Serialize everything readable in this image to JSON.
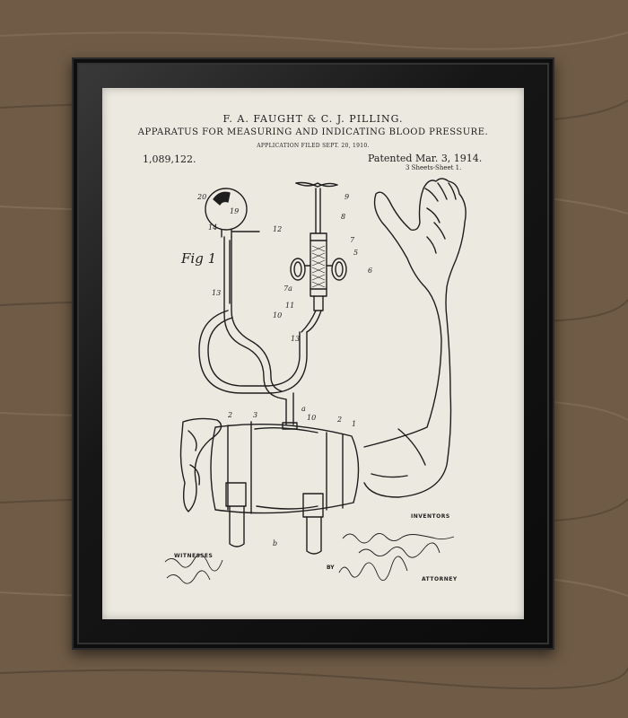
{
  "patent": {
    "inventors_line": "F. A. FAUGHT & C. J. PILLING.",
    "title": "APPARATUS FOR MEASURING AND INDICATING BLOOD PRESSURE.",
    "application": "APPLICATION FILED SEPT. 20, 1910.",
    "number": "1,089,122.",
    "patented": "Patented Mar. 3, 1914.",
    "sheets": "3 Sheets-Sheet 1."
  },
  "figure": {
    "label": "Fig 1",
    "part_labels": [
      "20",
      "19",
      "14",
      "12",
      "13",
      "10",
      "9",
      "8",
      "7",
      "5",
      "6",
      "7a",
      "11",
      "13",
      "a",
      "10",
      "2",
      "3",
      "2",
      "1",
      "b"
    ]
  },
  "footer": {
    "inventors_heading": "INVENTORS",
    "witnesses_heading": "WITNESSES",
    "by": "BY",
    "attorney_heading": "ATTORNEY"
  }
}
